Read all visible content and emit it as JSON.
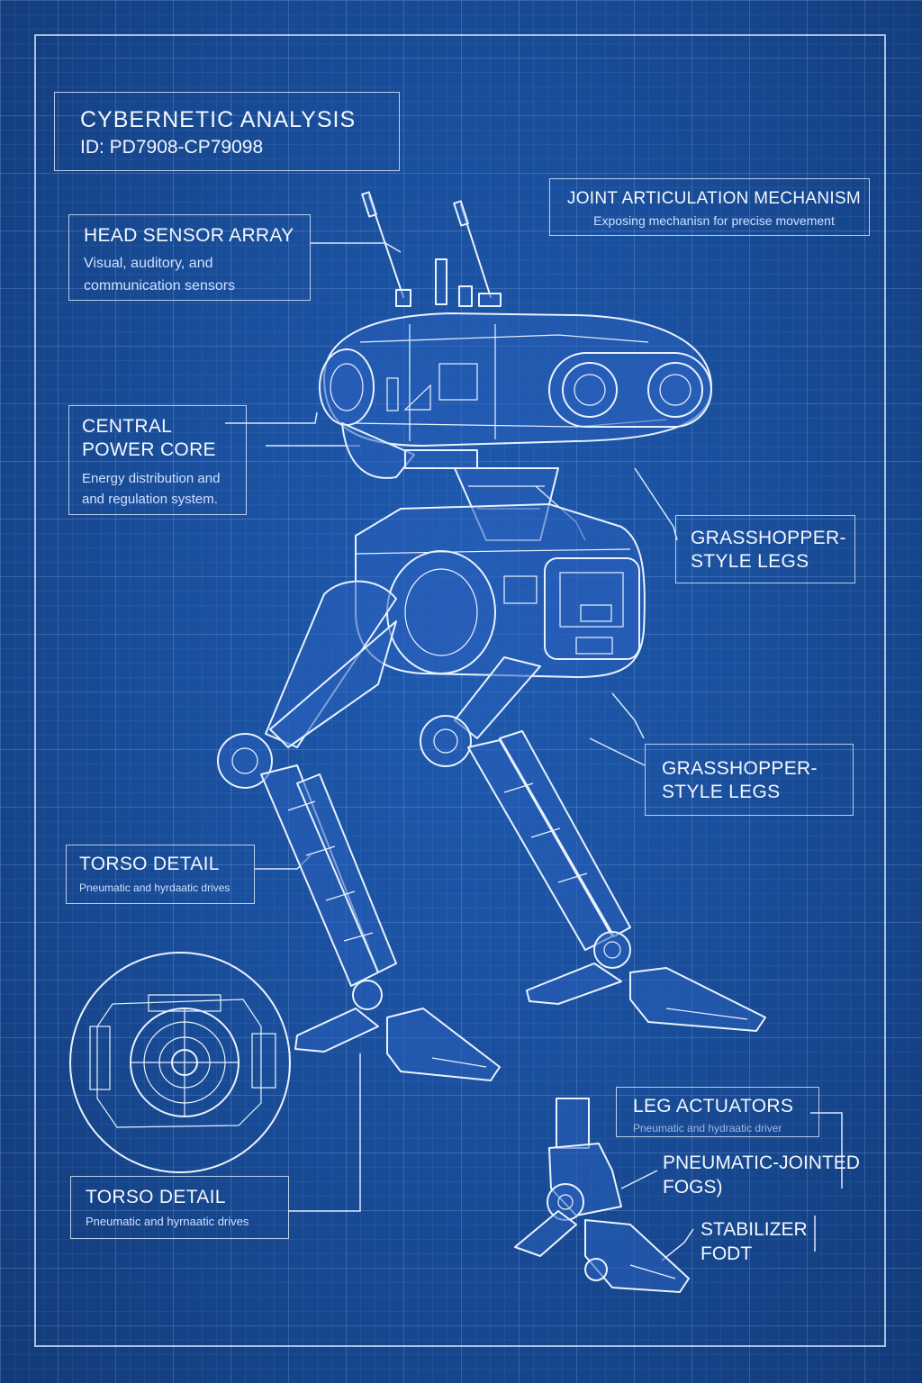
{
  "title": {
    "heading": "CYBERNETIC ANALYSIS",
    "id": "ID: PD7908-CP79098"
  },
  "callouts": {
    "joint": {
      "title": "JOINT ARTICULATION MECHANISM",
      "sub": "Exposing mechanisn for precise movement"
    },
    "head": {
      "title": "HEAD SENSOR ARRAY",
      "sub1": "Visual, auditory, and",
      "sub2": "communication sensors"
    },
    "power": {
      "title1": "CENTRAL",
      "title2": "POWER CORE",
      "sub1": "Energy distribution and",
      "sub2": "and regulation system."
    },
    "legs1": {
      "title1": "GRASSHOPPER-",
      "title2": "STYLE LEGS"
    },
    "legs2": {
      "title1": "GRASSHOPPER-",
      "title2": "STYLE LEGS"
    },
    "torso1": {
      "title": "TORSO DETAIL",
      "sub": "Pneumatic and hyrdaatic drives"
    },
    "torso2": {
      "title": "TORSO DETAIL",
      "sub": "Pneumatic and hyrnaatic drives"
    },
    "actuators": {
      "title": "LEG ACTUATORS",
      "sub": "Pneumatic and hydraatic driver"
    },
    "pneumatic": {
      "title1": "PNEUMATIC-JOINTED",
      "title2": "FOGS)"
    },
    "stabilizer": {
      "title1": "STABILIZER",
      "title2": "FODT"
    }
  },
  "colors": {
    "background": "#1a4f9c",
    "line": "#e9f2ff"
  }
}
